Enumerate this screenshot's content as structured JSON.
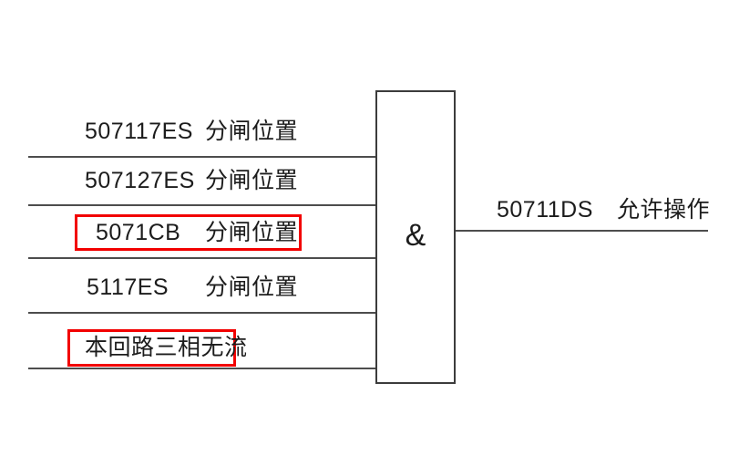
{
  "colors": {
    "highlight": "#f20000",
    "wire": "#4d4d4d",
    "text": "#1c1c1c",
    "border": "#3c3c3c",
    "background": "#ffffff"
  },
  "gate": {
    "type": "and",
    "symbol": "&"
  },
  "inputs": [
    {
      "id": "507117ES",
      "desc": "分闸位置",
      "highlighted": false
    },
    {
      "id": "507127ES",
      "desc": "分闸位置",
      "highlighted": false
    },
    {
      "id": "5071CB",
      "desc": "分闸位置",
      "highlighted": true
    },
    {
      "id": "5117ES",
      "desc": "分闸位置",
      "highlighted": false
    },
    {
      "id": "本回路三相无流",
      "desc": "",
      "highlighted": true
    }
  ],
  "output": {
    "id": "50711DS",
    "desc": "允许操作"
  }
}
